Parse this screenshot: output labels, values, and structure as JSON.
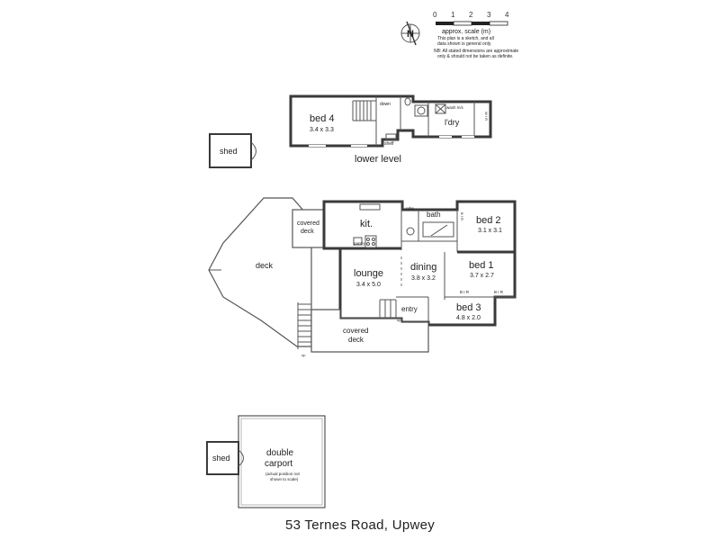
{
  "legend": {
    "compass_letter": "N",
    "scale_ticks": [
      "0",
      "1",
      "2",
      "3",
      "4"
    ],
    "scale_label": "approx. scale (m)",
    "note_lines": [
      "This plan is a sketch, and all",
      "data shown is general only.",
      "NB: All stated dimensions are approximate",
      "only & should not be taken as definite."
    ]
  },
  "lower_level": {
    "heading": "lower level",
    "bed4": {
      "name": "bed 4",
      "dims": "3.4 x 3.3"
    },
    "laundry": "l'dry",
    "down": "down",
    "shelf": "shelf",
    "wash_machine": "wash m/c",
    "wir": "W I R"
  },
  "main_level": {
    "kitchen": "kit.",
    "pantry": "pantry",
    "covered_deck_top": [
      "covered",
      "deck"
    ],
    "deck": "deck",
    "lounge": {
      "name": "lounge",
      "dims": "3.4 x 5.0"
    },
    "dining": {
      "name": "dining",
      "dims": "3.8 x 3.2"
    },
    "entry": "entry",
    "up": "up",
    "bath": "bath",
    "robe": "robe",
    "bed2": {
      "name": "bed 2",
      "dims": "3.1 x 3.1"
    },
    "bed1": {
      "name": "bed 1",
      "dims": "3.7 x 2.7"
    },
    "bed3": {
      "name": "bed 3",
      "dims": "4.8 x 2.0"
    },
    "bir1": "B I R",
    "bir2": "B I R",
    "bir_side": "B I R",
    "covered_deck_bottom": [
      "covered",
      "deck"
    ],
    "stairs_up": "up"
  },
  "outbuildings": {
    "shed_top": "shed",
    "shed_bottom": "shed",
    "carport": [
      "double",
      "carport"
    ],
    "carport_note": [
      "(actual position not",
      "shown to scale)"
    ]
  },
  "title": "53 Ternes Road, Upwey"
}
